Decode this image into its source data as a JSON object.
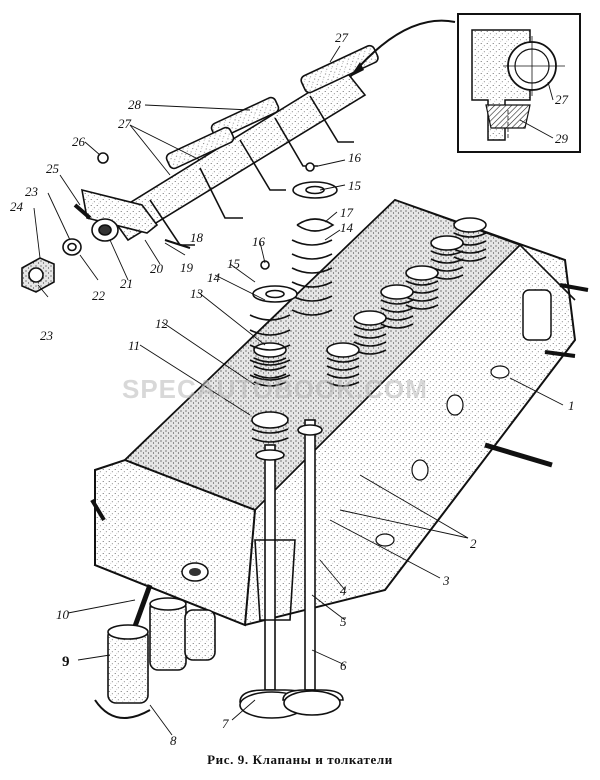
{
  "figure": {
    "caption": "Рис. 9. Клапаны и толкатели",
    "watermark": "SPECAUTOBOOK.COM",
    "callouts": [
      "1",
      "2",
      "3",
      "4",
      "5",
      "6",
      "7",
      "8",
      "9",
      "10",
      "11",
      "12",
      "13",
      "14",
      "14",
      "15",
      "15",
      "16",
      "16",
      "17",
      "18",
      "19",
      "20",
      "21",
      "22",
      "23",
      "23",
      "24",
      "25",
      "26",
      "27",
      "27",
      "27",
      "28",
      "29"
    ]
  }
}
